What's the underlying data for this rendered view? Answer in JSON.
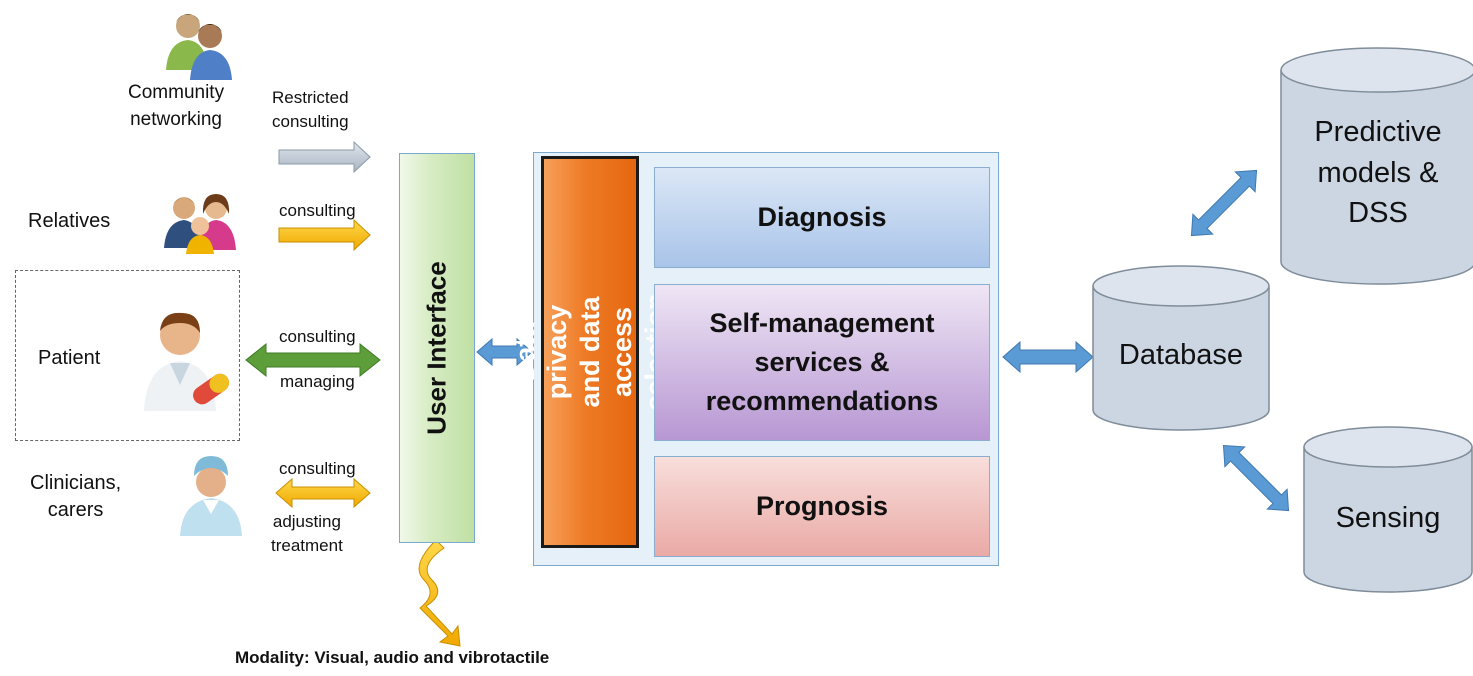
{
  "actors": {
    "community": "Community\nnetworking",
    "relatives": "Relatives",
    "patient": "Patient",
    "clinicians": "Clinicians,\ncarers"
  },
  "arrow_labels": {
    "restricted": "Restricted\nconsulting",
    "relatives_consulting": "consulting",
    "patient_consulting": "consulting",
    "patient_managing": "managing",
    "clinician_consulting": "consulting",
    "clinician_adjusting": "adjusting\ntreatment"
  },
  "user_interface": "User Interface",
  "privacy": "Data privacy and data\naccess selection",
  "services": {
    "diagnosis": "Diagnosis",
    "self_management": "Self-management\nservices &\nrecommendations",
    "prognosis": "Prognosis"
  },
  "stores": {
    "database": "Database",
    "predictive": "Predictive\nmodels &\nDSS",
    "sensing": "Sensing"
  },
  "modality": "Modality: Visual, audio and vibrotactile",
  "colors": {
    "grey_arrow": "#b7c4d0",
    "yellow_arrow": "#f6b800",
    "green_arrow": "#5e9e3a",
    "blue_arrow": "#5b9bd5",
    "cylinder_fill": "#ccd6e3"
  },
  "icons": {
    "community": "people-pair-icon",
    "relatives": "family-icon",
    "patient": "patient-pill-icon",
    "clinicians": "nurse-icon"
  }
}
